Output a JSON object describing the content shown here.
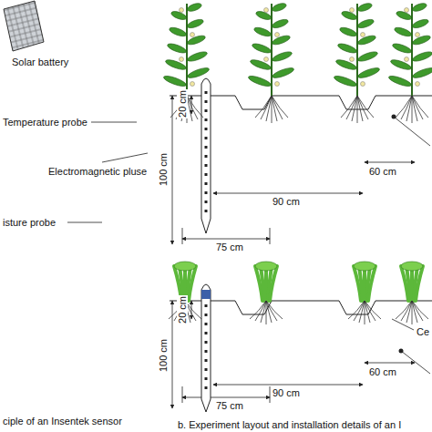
{
  "diagram": {
    "labels": [
      "Solar battery",
      "100 cm",
      "20 cm",
      "90 cm",
      "60 cm",
      "75 cm",
      "Temperature probe",
      "Electromagnetic pluse",
      "isture probe",
      "Ce",
      "100 cm",
      "20 cm",
      "90 cm",
      "60 cm",
      "75 cm",
      "ciple of an Insentek sensor",
      "b. Experiment layout and installation details of an I"
    ]
  }
}
